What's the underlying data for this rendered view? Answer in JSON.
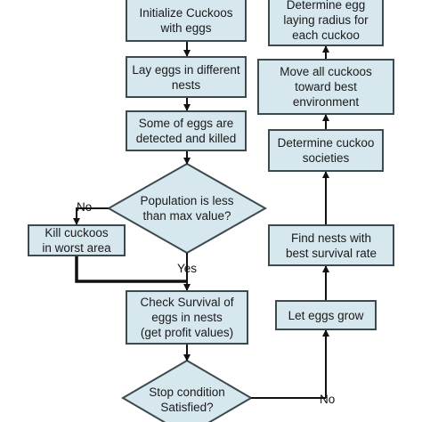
{
  "flowchart": {
    "nodes": {
      "initialize": "Initialize Cuckoos\nwith eggs",
      "lay_eggs": "Lay eggs in different\nnests",
      "detect_kill": "Some of eggs are\ndetected and killed",
      "population_check": "Population is less\nthan max value?",
      "kill_worst": "Kill cuckoos\nin worst area",
      "check_survival": "Check Survival of\neggs in nests\n(get profit values)",
      "stop_condition": "Stop condition\nSatisfied?",
      "determine_radius": "Determine egg\nlaying radius for\neach cuckoo",
      "move_cuckoos": "Move all cuckoos\ntoward best\nenvironment",
      "determine_societies": "Determine cuckoo\nsocieties",
      "find_nests": "Find nests with\nbest survival rate",
      "let_grow": "Let eggs grow"
    },
    "edge_labels": {
      "population_no": "No",
      "population_yes": "Yes",
      "stop_no": "No"
    },
    "colors": {
      "box_fill": "#d6e8ee",
      "box_border": "#3c4a50",
      "arrow": "#111111"
    }
  }
}
